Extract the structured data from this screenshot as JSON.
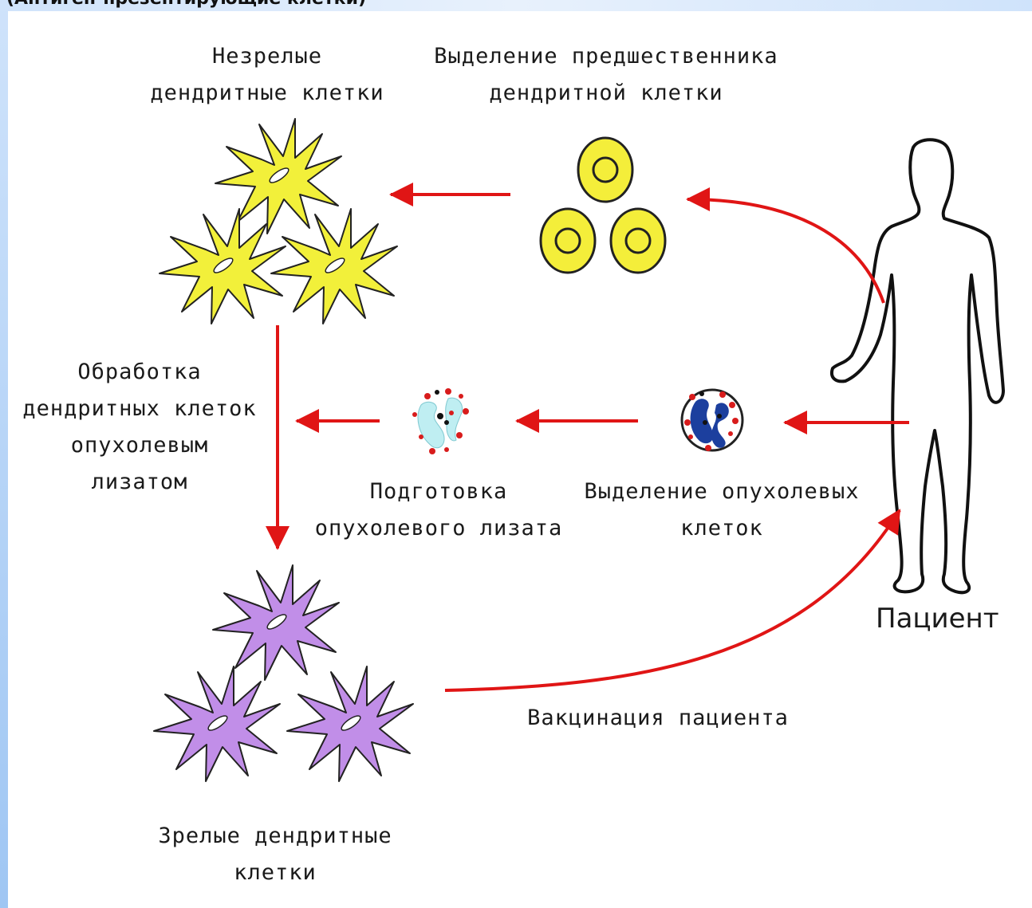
{
  "header_text": "(Антиген-презентирующие клетки)",
  "labels": {
    "immature": "Незрелые\nдендритные клетки",
    "precursor": "Выделение предшественника\nдендритной клетки",
    "processing": "Обработка\nдендритных клеток\nопухолевым\nлизатом",
    "lysate_prep": "Подготовка\nопухолевого лизата",
    "tumor_isolation": "Выделение опухолевых\nклеток",
    "patient": "Пациент",
    "vaccination": "Вакцинация пациента",
    "mature": "Зрелые дендритные\nклетки"
  },
  "colors": {
    "arrow": "#e01515",
    "immature_cell": "#f2f03a",
    "mature_cell": "#c18ee8",
    "precursor_cell": "#f4ee3a",
    "cell_outline": "#222222"
  }
}
